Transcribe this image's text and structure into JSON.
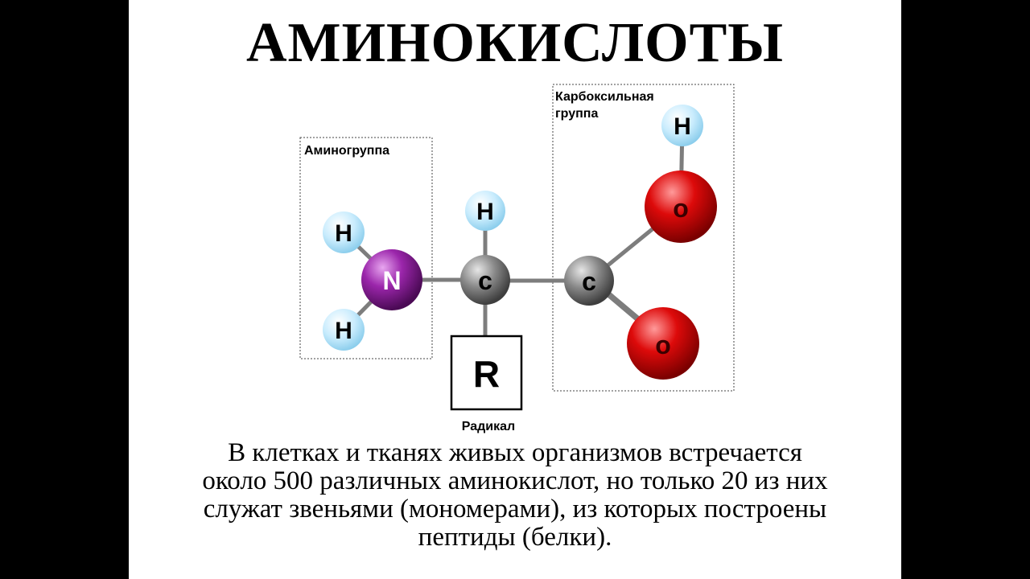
{
  "slide": {
    "title": "АМИНОКИСЛОТЫ",
    "caption_lines": [
      "В клетках и тканях живых организмов встречается",
      "около 500 различных аминокислот, но только 20 из них",
      "служат звеньями (мономерами), из которых построены",
      "пептиды (белки)."
    ]
  },
  "diagram": {
    "groups": {
      "amino": "Аминогруппа",
      "carboxyl_line1": "Карбоксильная",
      "carboxyl_line2": "группа",
      "radical": "Радикал"
    },
    "atoms": {
      "h": "H",
      "n": "N",
      "c": "c",
      "o": "o",
      "r": "R"
    },
    "colors": {
      "nitrogen": "#8e1a9e",
      "carbon": "#7a7a7a",
      "oxygen": "#d40000",
      "hydrogen": "#bfe6fb",
      "bond": "#7d7d7d"
    }
  }
}
